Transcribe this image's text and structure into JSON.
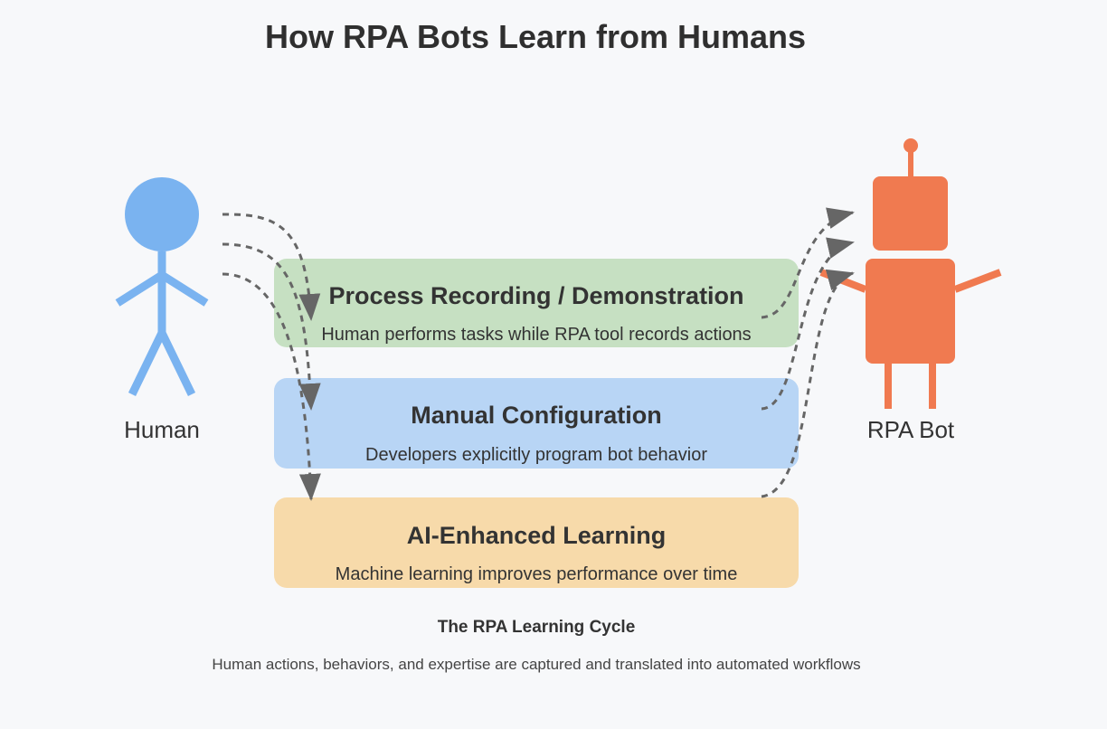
{
  "title": "How RPA Bots Learn from Humans",
  "actors": {
    "human": {
      "label": "Human",
      "color": "#7ab3f0"
    },
    "bot": {
      "label": "RPA Bot",
      "color": "#f07a50"
    }
  },
  "methods": [
    {
      "title": "Process Recording / Demonstration",
      "description": "Human performs tasks while RPA tool records actions",
      "color": "#c6e0c2"
    },
    {
      "title": "Manual Configuration",
      "description": "Developers explicitly program bot behavior",
      "color": "#b8d5f5"
    },
    {
      "title": "AI-Enhanced Learning",
      "description": "Machine learning improves performance over time",
      "color": "#f7daaa"
    }
  ],
  "footer": {
    "title": "The RPA Learning Cycle",
    "description": "Human actions, behaviors, and expertise are captured and translated into automated workflows"
  },
  "colors": {
    "arrow": "#666666",
    "background": "#f7f8fa",
    "text": "#333333"
  }
}
